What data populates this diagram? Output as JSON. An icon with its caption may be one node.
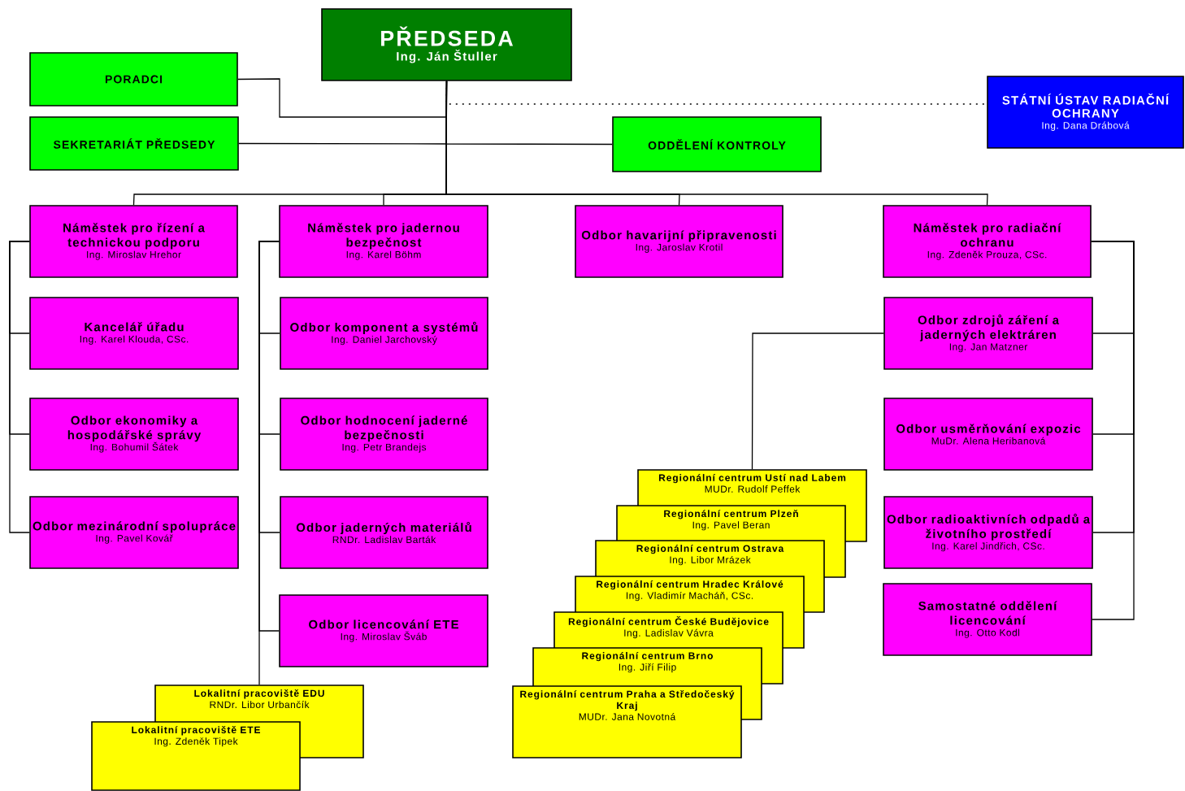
{
  "diagram": {
    "nodes": [
      {
        "text": [
          "PŘEDSEDA",
          "Ing. Ján Štuller"
        ]
      },
      {
        "text": [
          "PORADCI"
        ]
      },
      {
        "text": [
          "SEKRETARIÁT PŘEDSEDY"
        ]
      },
      {
        "text": [
          "ODDĚLENÍ KONTROLY"
        ]
      },
      {
        "text": [
          "STÁTNÍ ÚSTAV RADIAČNÍ OCHRANY",
          "Ing. Dana Drábová"
        ]
      },
      {
        "text": [
          "Náměstek pro řízení a technickou podporu",
          "Ing. Miroslav Hrehor"
        ]
      },
      {
        "text": [
          "Náměstek pro jadernou bezpečnost",
          "Ing. Karel Böhm"
        ]
      },
      {
        "text": [
          "Odbor havarijní připravenosti",
          "Ing. Jaroslav Krotil"
        ]
      },
      {
        "text": [
          "Náměstek pro radiační ochranu",
          "Ing. Zdeněk Prouza, CSc."
        ]
      },
      {
        "text": [
          "Kancelář úřadu",
          "Ing. Karel Klouda, CSc."
        ]
      },
      {
        "text": [
          "Odbor ekonomiky a hospodářské správy",
          "Ing. Bohumil Šátek"
        ]
      },
      {
        "text": [
          "Odbor mezinárodní spolupráce",
          "Ing. Pavel Kovář"
        ]
      },
      {
        "text": [
          "Odbor komponent a systémů",
          "Ing. Daniel Jarchovský"
        ]
      },
      {
        "text": [
          "Odbor hodnocení jaderné bezpečnosti",
          "Ing. Petr Brandejs"
        ]
      },
      {
        "text": [
          "Odbor jaderných materiálů",
          "RNDr. Ladislav Barták"
        ]
      },
      {
        "text": [
          "Odbor licencování ETE",
          "Ing. Miroslav Šváb"
        ]
      },
      {
        "text": [
          "Lokalitní pracoviště EDU",
          "RNDr. Libor Urbančík"
        ]
      },
      {
        "text": [
          "Lokalitní pracoviště ETE",
          "Ing. Zdeněk Tipek"
        ]
      },
      {
        "text": [
          "Odbor zdrojů záření a jaderných elektráren",
          "Ing. Jan Matzner"
        ]
      },
      {
        "text": [
          "Odbor usměrňování expozic",
          "MuDr. Alena Heribanová"
        ]
      },
      {
        "text": [
          "Odbor radioaktivních odpadů a životního prostředí",
          "Ing. Karel Jindřich, CSc."
        ]
      },
      {
        "text": [
          "Samostatné oddělení licencování",
          "Ing. Otto Kodl"
        ]
      },
      {
        "text": [
          "Regionální centrum Ustí nad Labem",
          "MUDr. Rudolf Peffek"
        ]
      },
      {
        "text": [
          "Regionální centrum Plzeň",
          "Ing. Pavel Beran"
        ]
      },
      {
        "text": [
          "Regionální centrum Ostrava",
          "Ing. Libor Mrázek"
        ]
      },
      {
        "text": [
          "Regionální centrum Hradec Králové",
          "Ing. Vladimír Macháň, CSc."
        ]
      },
      {
        "text": [
          "Regionální centrum České Budějovice",
          "Ing. Ladislav Vávra"
        ]
      },
      {
        "text": [
          "Regionální centrum Brno",
          "Ing. Jiří Filip"
        ]
      },
      {
        "text": [
          "Regionální centrum Praha a Středočeský Kraj",
          "MUDr. Jana Novotná"
        ]
      }
    ],
    "edges": [
      {
        "from": 0,
        "to": 1,
        "arrow": "none"
      },
      {
        "from": 0,
        "to": 2,
        "arrow": "none"
      },
      {
        "from": 0,
        "to": 3,
        "arrow": "none"
      },
      {
        "from": 0,
        "to": 4,
        "arrow": "none",
        "style": "dashed"
      },
      {
        "from": 0,
        "to": 5,
        "arrow": "none"
      },
      {
        "from": 0,
        "to": 6,
        "arrow": "none"
      },
      {
        "from": 0,
        "to": 7,
        "arrow": "none"
      },
      {
        "from": 0,
        "to": 8,
        "arrow": "none"
      },
      {
        "from": 5,
        "to": 9,
        "arrow": "none"
      },
      {
        "from": 5,
        "to": 10,
        "arrow": "none"
      },
      {
        "from": 5,
        "to": 11,
        "arrow": "none"
      },
      {
        "from": 6,
        "to": 12,
        "arrow": "none"
      },
      {
        "from": 6,
        "to": 13,
        "arrow": "none"
      },
      {
        "from": 6,
        "to": 14,
        "arrow": "none"
      },
      {
        "from": 6,
        "to": 15,
        "arrow": "none"
      },
      {
        "from": 6,
        "to": 16,
        "arrow": "none"
      },
      {
        "from": 8,
        "to": 18,
        "arrow": "none"
      },
      {
        "from": 8,
        "to": 19,
        "arrow": "none"
      },
      {
        "from": 8,
        "to": 20,
        "arrow": "none"
      },
      {
        "from": 8,
        "to": 21,
        "arrow": "none"
      },
      {
        "from": 18,
        "to": 22,
        "arrow": "none"
      }
    ]
  }
}
